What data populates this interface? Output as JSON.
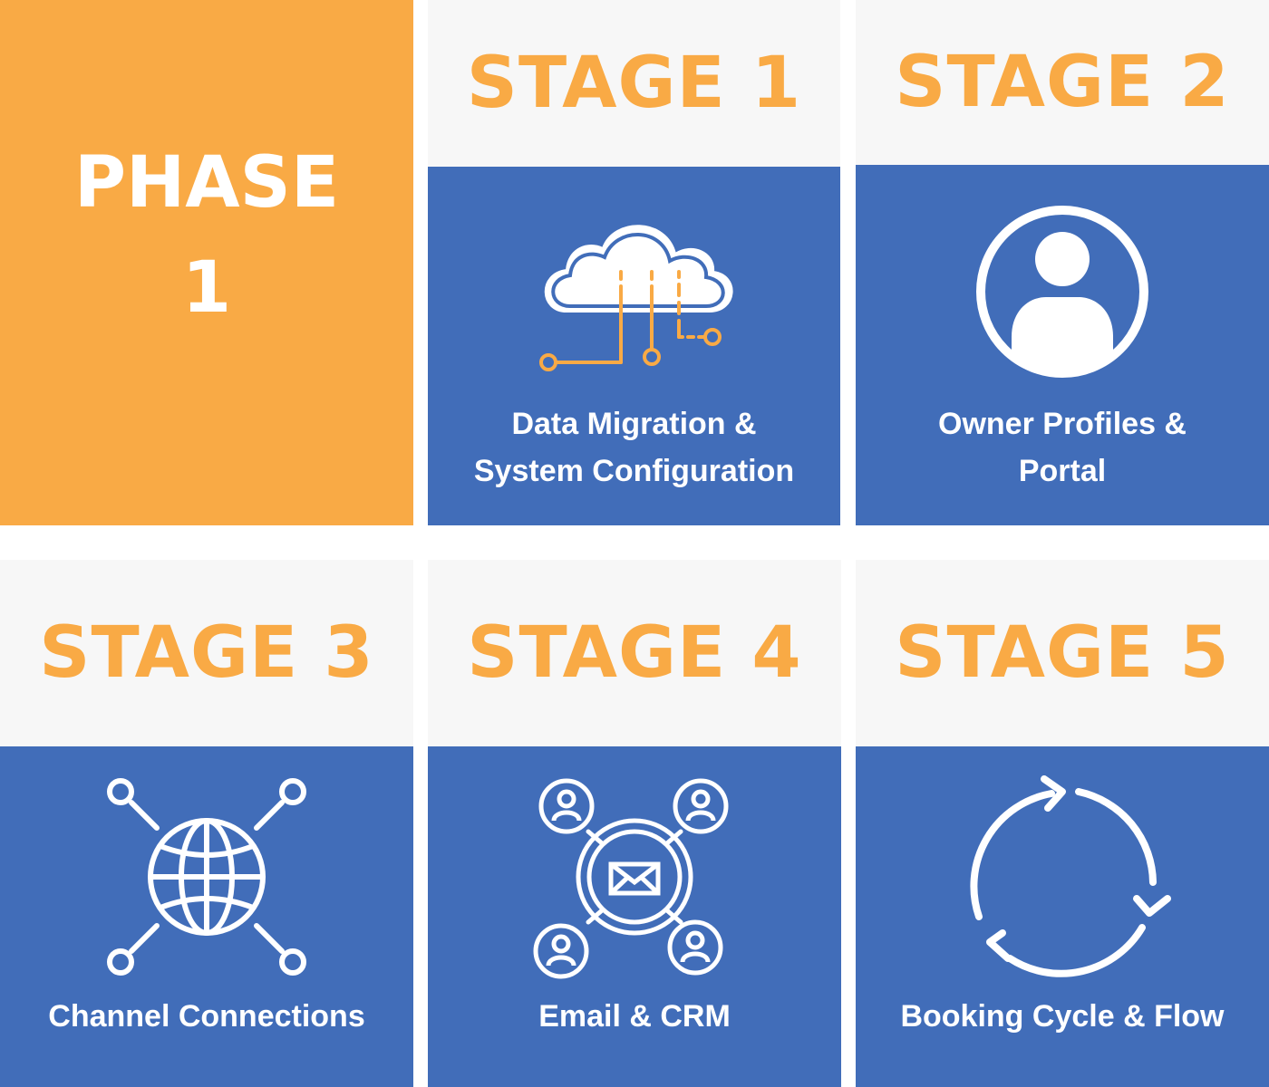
{
  "phase": {
    "line1": "PHASE",
    "line2": "1"
  },
  "stages": [
    {
      "title": "STAGE 1",
      "label_lines": [
        "Data Migration &",
        "System Configuration"
      ],
      "icon": "cloud-network-icon"
    },
    {
      "title": "STAGE 2",
      "label_lines": [
        "Owner Profiles &",
        "Portal"
      ],
      "icon": "user-profile-icon"
    },
    {
      "title": "STAGE 3",
      "label_lines": [
        "Channel Connections"
      ],
      "icon": "globe-network-icon"
    },
    {
      "title": "STAGE 4",
      "label_lines": [
        "Email & CRM"
      ],
      "icon": "email-network-icon"
    },
    {
      "title": "STAGE 5",
      "label_lines": [
        "Booking Cycle & Flow"
      ],
      "icon": "cycle-arrows-icon"
    }
  ],
  "colors": {
    "orange": "#F9AA45",
    "blue": "#416DB9",
    "light_gray": "#F7F7F7",
    "white": "#FFFFFF"
  }
}
